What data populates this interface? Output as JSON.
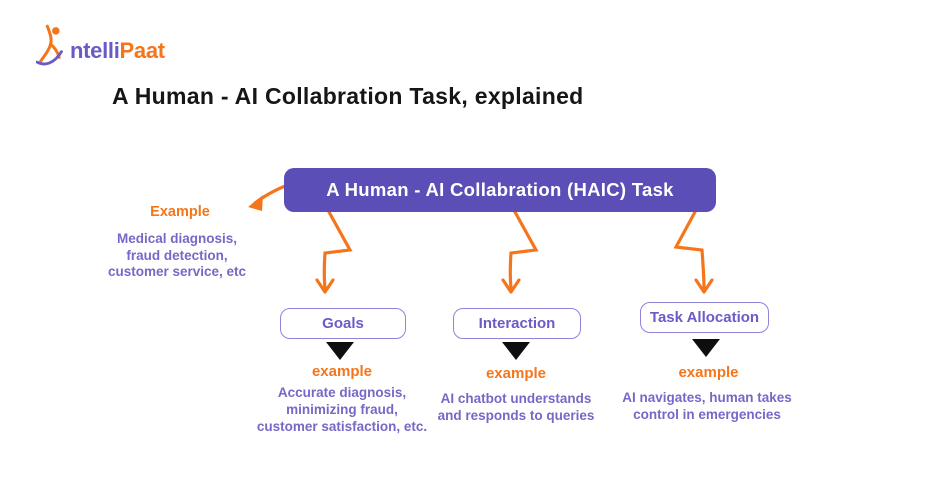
{
  "logo": {
    "figure_icon": "leaping-person",
    "text_primary": "ntelli",
    "text_secondary": "Paat"
  },
  "title": "A Human - AI Collabration Task, explained",
  "diagram": {
    "root_box": {
      "label": "A Human - AI Collabration (HAIC) Task"
    },
    "example_callout": {
      "label": "Example",
      "lines": [
        "Medical diagnosis,",
        "fraud detection,",
        "customer service, etc"
      ]
    },
    "branches": [
      {
        "box_label": "Goals",
        "example_label": "example",
        "lines": [
          "Accurate diagnosis,",
          "minimizing fraud,",
          "customer satisfaction, etc."
        ]
      },
      {
        "box_label": "Interaction",
        "example_label": "example",
        "lines": [
          "AI chatbot understands",
          "and responds to queries"
        ]
      },
      {
        "box_label": "Task Allocation",
        "example_label": "example",
        "lines": [
          "AI navigates, human takes",
          "control in emergencies"
        ]
      }
    ]
  },
  "colors": {
    "accent_orange": "#F5761A",
    "brand_purple": "#685BC7",
    "root_box_fill": "#5B4EB6",
    "body_text_purple": "#7668C6",
    "branch_box_border": "#8F84D9",
    "title_black": "#161616",
    "triangle_black": "#0E0E0E",
    "background": "#FFFFFF"
  }
}
